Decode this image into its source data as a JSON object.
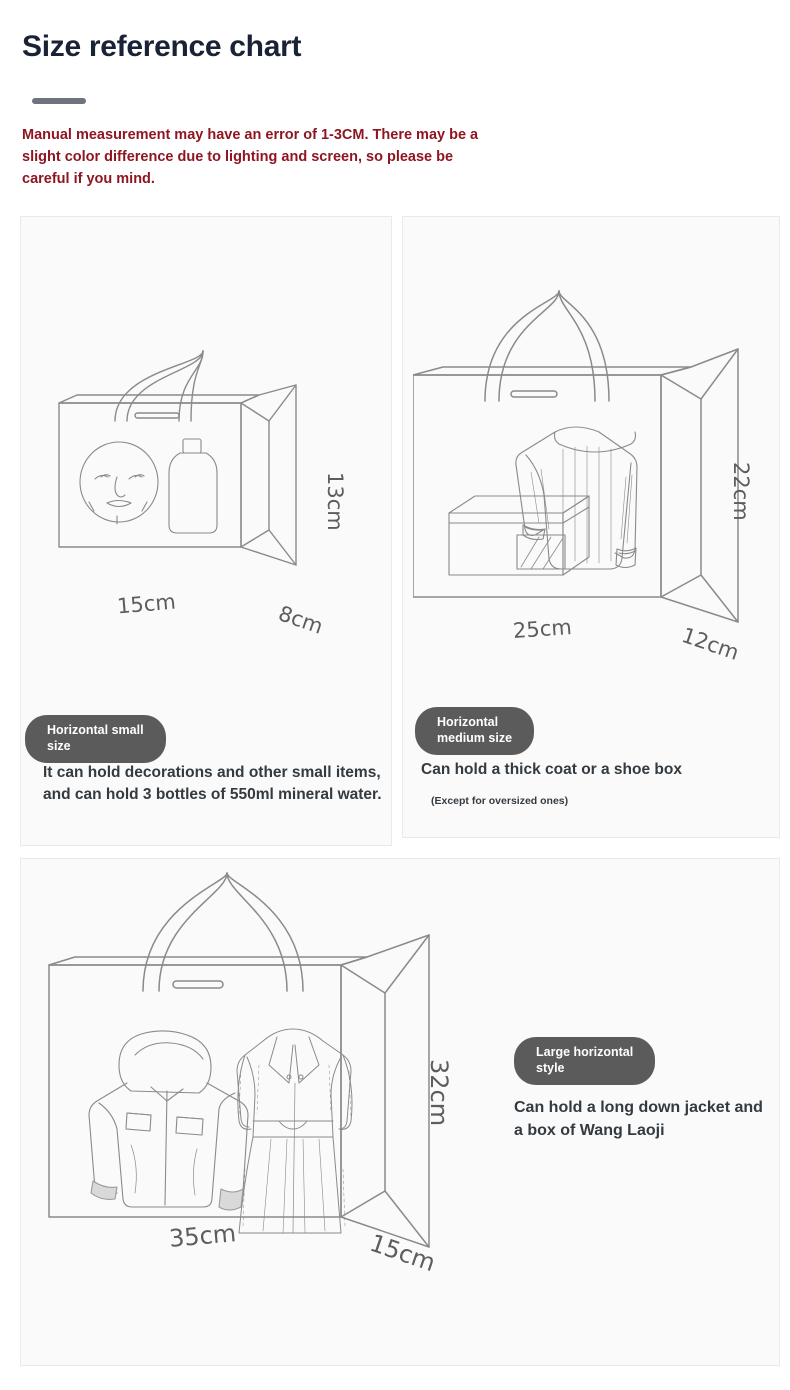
{
  "header": {
    "title": "Size reference chart",
    "notice": "Manual measurement may have an error of 1-3CM. There may be a slight color difference due to lighting and screen, so please be careful if you mind."
  },
  "panels": [
    {
      "id": "small",
      "badge": "Horizontal small\nsize",
      "caption": "It can hold decorations and other small items, and can hold 3 bottles of 550ml mineral water.",
      "subcaption": "",
      "dimensions": {
        "width": "15cm",
        "height": "13cm",
        "depth": "8cm"
      },
      "contents": [
        "face-mask-sheet",
        "lotion-bottle"
      ]
    },
    {
      "id": "medium",
      "badge": "Horizontal\nmedium size",
      "caption": "Can hold a thick coat or a shoe box",
      "subcaption": "(Except for oversized ones)",
      "dimensions": {
        "width": "25cm",
        "height": "22cm",
        "depth": "12cm"
      },
      "contents": [
        "knit-sweater",
        "shoe-box"
      ]
    },
    {
      "id": "large",
      "badge": "Large horizontal\nstyle",
      "caption": "Can hold a long down jacket and a box of Wang Laoji",
      "subcaption": "",
      "dimensions": {
        "width": "35cm",
        "height": "32cm",
        "depth": "15cm"
      },
      "contents": [
        "down-jacket",
        "long-trench-coat"
      ]
    }
  ],
  "colors": {
    "title": "#1a2236",
    "notice": "#8e1621",
    "badge_bg": "#5b5b5b",
    "caption": "#333a40",
    "line_art": "#8a8a8a",
    "panel_bg": "#fafafa",
    "divider": "#6d747e"
  }
}
